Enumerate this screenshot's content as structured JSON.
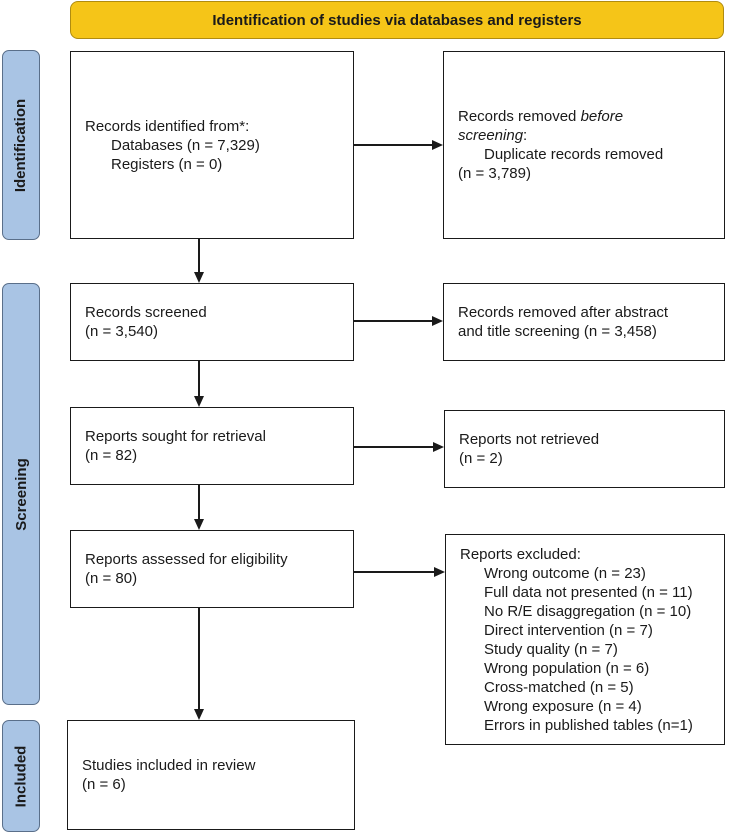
{
  "header": {
    "title": "Identification of studies via databases and registers"
  },
  "phases": {
    "identification": "Identification",
    "screening": "Screening",
    "included": "Included"
  },
  "identified": {
    "title": "Records identified from*:",
    "databases": "Databases (n = 7,329)",
    "registers": "Registers (n = 0)"
  },
  "removed_before": {
    "title_start": "Records removed ",
    "title_em": "before",
    "title_line2_em": "screening",
    "title_line2_end": ":",
    "item": "Duplicate records removed",
    "count": "(n = 3,789)"
  },
  "screened": {
    "title": "Records screened",
    "count": "(n = 3,540)"
  },
  "removed_abstract": {
    "line1": "Records removed after abstract",
    "line2": "and title screening (n = 3,458)"
  },
  "sought": {
    "title": "Reports sought for retrieval",
    "count": "(n = 82)"
  },
  "not_retrieved": {
    "title": "Reports not retrieved",
    "count": "(n = 2)"
  },
  "assessed": {
    "title": "Reports assessed for eligibility",
    "count": "(n = 80)"
  },
  "excluded": {
    "title": "Reports excluded:",
    "reasons": [
      "Wrong outcome (n = 23)",
      "Full data not presented (n = 11)",
      "No R/E disaggregation (n = 10)",
      "Direct intervention (n = 7)",
      "Study quality (n = 7)",
      "Wrong population (n = 6)",
      "Cross-matched (n = 5)",
      "Wrong exposure (n = 4)",
      "Errors in published tables (n=1)"
    ]
  },
  "included": {
    "title": "Studies included in review",
    "count": "(n = 6)"
  },
  "colors": {
    "header": "#f5c518",
    "phase": "#a9c4e4"
  }
}
